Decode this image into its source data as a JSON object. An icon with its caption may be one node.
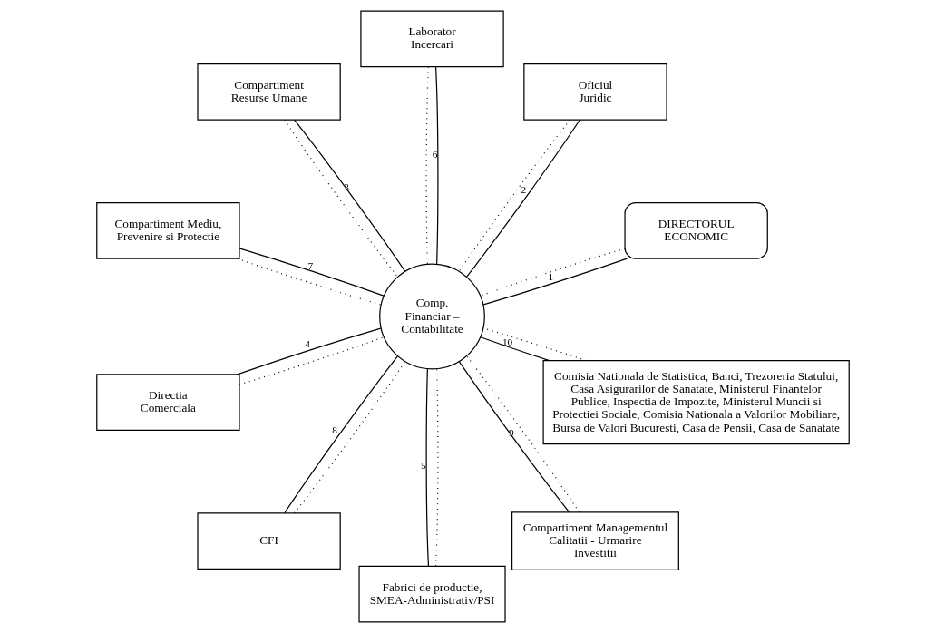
{
  "diagram": {
    "nodes": [
      {
        "text": [
          "DIRECTORUL ECONOMIC"
        ]
      },
      {
        "text": [
          "Oficiul Juridic"
        ]
      },
      {
        "text": [
          "Laborator Incercari"
        ]
      },
      {
        "text": [
          "Compartiment Resurse Umane"
        ]
      },
      {
        "text": [
          "Compartiment Mediu, Prevenire si Protectie"
        ]
      },
      {
        "text": [
          "Directia Comerciala"
        ]
      },
      {
        "text": [
          "Comp. Financiar – Contabilitate"
        ]
      },
      {
        "text": [
          "CFI"
        ]
      },
      {
        "text": [
          "Fabrici de productie, SMEA-Administrativ/PSI"
        ]
      },
      {
        "text": [
          "Compartiment Managementul Calitatii - Urmarire Investitii"
        ]
      },
      {
        "text": [
          "Comisia Nationala de Statistica, Banci, Trezoreria Statului, Casa Asigurarilor de Sanatate, Ministerul Finantelor Publice, Inspectia de Impozite, Ministerul Muncii si Protectiei Sociale, Comisia Nationala a Valorilor Mobiliare, Bursa de Valori Bucuresti, Casa de Pensii, Casa de Sanatate"
        ]
      }
    ],
    "edges": [
      {
        "from": 0,
        "to": 6,
        "arrow": "none",
        "label": "1"
      },
      {
        "from": 0,
        "to": 6,
        "arrow": "none",
        "style": "dashed"
      },
      {
        "from": 1,
        "to": 6,
        "arrow": "none",
        "label": "2"
      },
      {
        "from": 1,
        "to": 6,
        "arrow": "none",
        "style": "dashed"
      },
      {
        "from": 3,
        "to": 6,
        "arrow": "none",
        "label": "3"
      },
      {
        "from": 3,
        "to": 6,
        "arrow": "none",
        "style": "dashed"
      },
      {
        "from": 5,
        "to": 6,
        "arrow": "none",
        "label": "4"
      },
      {
        "from": 5,
        "to": 6,
        "arrow": "none",
        "style": "dashed"
      },
      {
        "from": 8,
        "to": 6,
        "arrow": "none",
        "label": "5"
      },
      {
        "from": 8,
        "to": 6,
        "arrow": "none",
        "style": "dashed"
      },
      {
        "from": 2,
        "to": 6,
        "arrow": "none",
        "label": "6"
      },
      {
        "from": 2,
        "to": 6,
        "arrow": "none",
        "style": "dashed"
      },
      {
        "from": 4,
        "to": 6,
        "arrow": "none",
        "label": "7"
      },
      {
        "from": 4,
        "to": 6,
        "arrow": "none",
        "style": "dashed"
      },
      {
        "from": 7,
        "to": 6,
        "arrow": "none",
        "label": "8"
      },
      {
        "from": 7,
        "to": 6,
        "arrow": "none",
        "style": "dashed"
      },
      {
        "from": 9,
        "to": 6,
        "arrow": "none",
        "label": "9"
      },
      {
        "from": 9,
        "to": 6,
        "arrow": "none",
        "style": "dashed"
      },
      {
        "from": 10,
        "to": 6,
        "arrow": "none",
        "label": "10"
      },
      {
        "from": 10,
        "to": 6,
        "arrow": "none",
        "style": "dashed"
      }
    ]
  }
}
